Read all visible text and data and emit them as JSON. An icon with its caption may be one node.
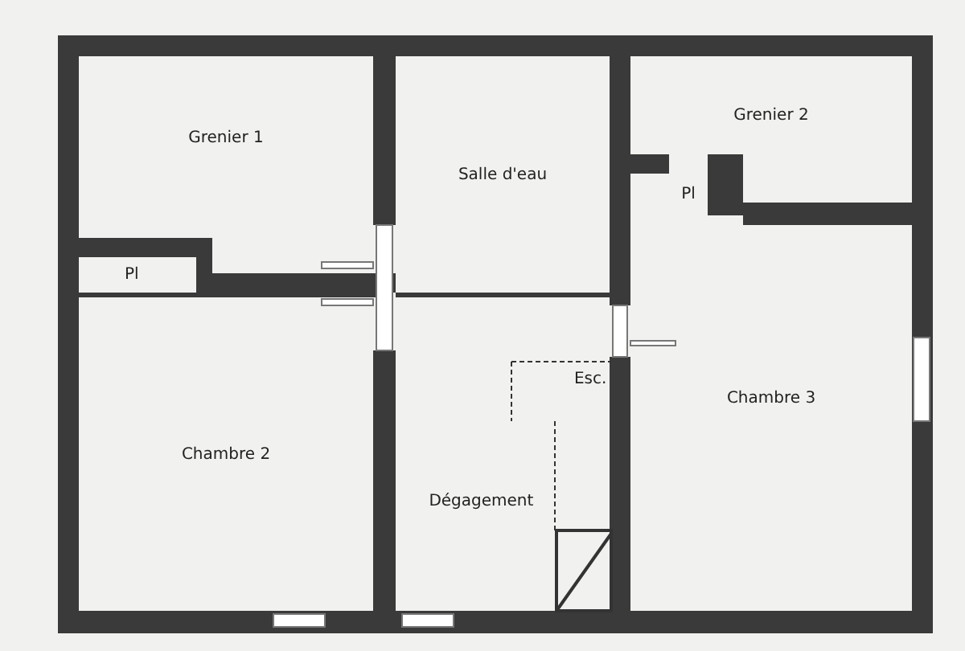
{
  "diagram": {
    "nodes": [
      {
        "text": [
          "Grenier 1"
        ]
      },
      {
        "text": [
          "Salle d'eau"
        ]
      },
      {
        "text": [
          "Grenier 2"
        ]
      },
      {
        "text": [
          "Pl"
        ]
      },
      {
        "text": [
          "Pl"
        ]
      },
      {
        "text": [
          "Chambre 2"
        ]
      },
      {
        "text": [
          "Dégagement"
        ]
      },
      {
        "text": [
          "Esc."
        ],
        "in": 6
      },
      {
        "text": [
          "Chambre 3"
        ]
      }
    ],
    "edges": []
  }
}
